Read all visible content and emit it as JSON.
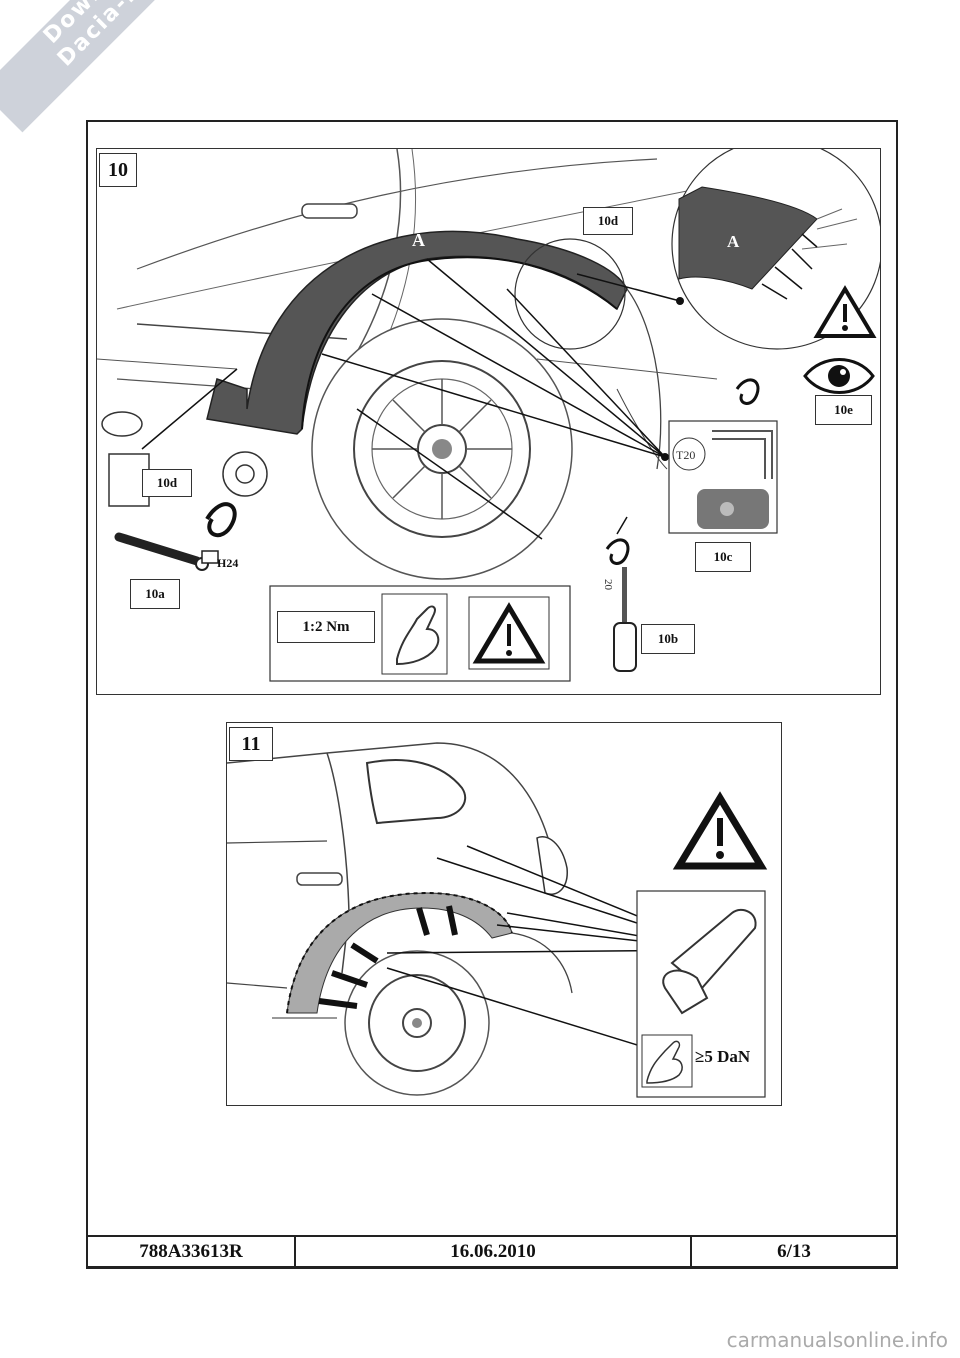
{
  "watermark": {
    "line1": "Downloaded From",
    "line2": "Dacia-Forum.co.uk"
  },
  "step10": {
    "number": "10",
    "part_label": "A",
    "detail_part_label": "A",
    "tags": {
      "a": "10a",
      "b": "10b",
      "c": "10c",
      "d1": "10d",
      "d2": "10d",
      "e": "10e"
    },
    "socket_size": "H24",
    "bit_top": "T20",
    "bit_side": "20",
    "torque": "1:2 Nm"
  },
  "step11": {
    "number": "11",
    "force": "≥5 DaN"
  },
  "footer": {
    "ref": "788A33613R",
    "date": "16.06.2010",
    "page": "6/13"
  },
  "site_watermark": "carmanualsonline.info"
}
